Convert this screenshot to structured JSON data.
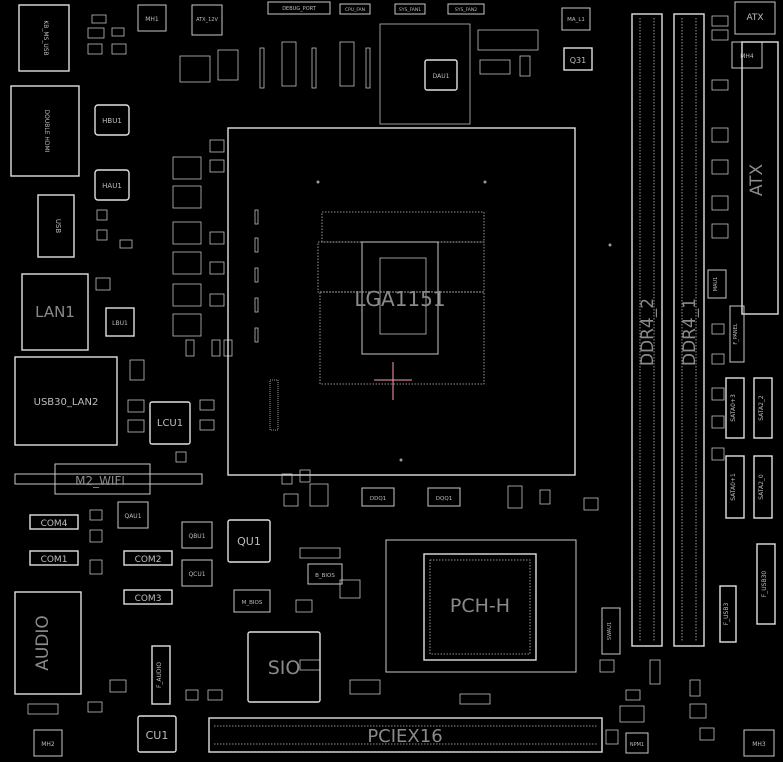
{
  "labels": {
    "kb_ms_usb": "KB_MS_USB",
    "mh1": "MH1",
    "atx_12v": "ATX_12V",
    "debug_port": "DEBUG_PORT",
    "cpu_fan": "CPU_FAN",
    "sys_fan1": "SYS_FAN1",
    "sys_fan2": "SYS_FAN2",
    "ma_l1": "MA_L1",
    "atx_top": "ATX",
    "mh4": "MH4",
    "dau1": "DAU1",
    "q31": "Q31",
    "hbu1": "HBU1",
    "double_hdmi": "DOUBLE HDMI",
    "hau1": "HAU1",
    "usb": "USB",
    "lan1": "LAN1",
    "lbu1": "LBU1",
    "lga": "LGA1151",
    "ddr4_2": "DDR4_2",
    "ddr4_1": "DDR4_1",
    "atx_side": "ATX",
    "mau1": "MAU1",
    "f_panel": "F_PANEL",
    "usb30_lan2": "USB30_LAN2",
    "lcu1": "LCU1",
    "sata0_3": "SATA0+3",
    "sata2_2": "SATA2_2",
    "m2_wifi": "M2_WIFI",
    "ddq1": "DDQ1",
    "dqq1": "DQQ1",
    "sata0_1": "SATA0+1",
    "sata2_0": "SATA2_0",
    "com4": "COM4",
    "qau1": "QAU1",
    "qbu1": "QBU1",
    "qu1": "QU1",
    "com1": "COM1",
    "com2": "COM2",
    "qcu1": "QCU1",
    "b_bios": "B_BIOS",
    "pch": "PCH-H",
    "swau1": "SWAU1",
    "f_usb3": "F_USB3",
    "f_usb30": "F_USB30",
    "com3": "COM3",
    "m_bios": "M_BIOS",
    "audio": "AUDIO",
    "f_audio": "F_AUDIO",
    "sio": "SIO",
    "cu1": "CU1",
    "pciex16": "PCIEX16",
    "mh2": "MH2",
    "npm1": "NPM1",
    "mh3": "MH3"
  },
  "colors": {
    "background": "#000000",
    "outline": "#c8c8c8",
    "label": "#bdbdbd",
    "crosshair": "#ff9ab0"
  }
}
